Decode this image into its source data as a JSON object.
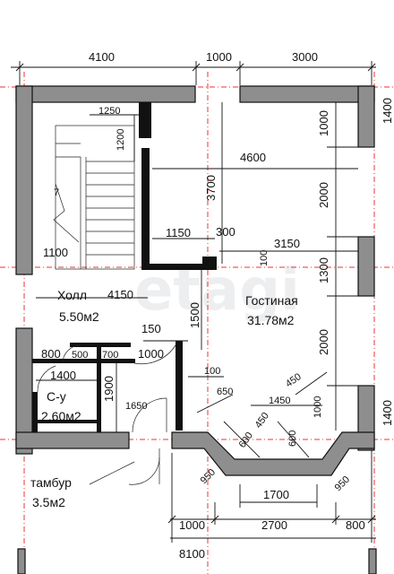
{
  "top_dims": [
    "4100",
    "1000",
    "3000"
  ],
  "bottom_dims": [
    "1000",
    "2700",
    "800"
  ],
  "bottom_total": "8100",
  "right_dims": [
    "1400",
    "1400"
  ],
  "inner_dims": {
    "d1250": "1250",
    "d1200": "1200",
    "d4600": "4600",
    "d1000a": "1000",
    "d3700": "3700",
    "d2000a": "2000",
    "d1150": "1150",
    "d300": "300",
    "d3150": "3150",
    "d100a": "100",
    "d1300": "1300",
    "d1100": "1100",
    "d4150": "4150",
    "d1500": "1500",
    "d2000b": "2000",
    "d150": "150",
    "d800": "800",
    "d500": "500",
    "d700": "700",
    "d1000b": "1000",
    "d1400": "1400",
    "d1900": "1900",
    "d1650": "1650",
    "d100b": "100",
    "d650": "650",
    "d450a": "450",
    "d1450": "1450",
    "d1000c": "1000",
    "d450b": "450",
    "d600a": "600",
    "d600b": "600",
    "d950a": "950",
    "d1700": "1700",
    "d950b": "950",
    "d7": "7"
  },
  "rooms": {
    "hall_name": "Холл",
    "hall_area": "5.50м2",
    "living_name": "Гостиная",
    "living_area": "31.78м2",
    "bath_name": "С-у",
    "bath_area": "2.60м2",
    "vest_name": "тамбур",
    "vest_area": "3.5м2"
  },
  "watermark": "etagi"
}
